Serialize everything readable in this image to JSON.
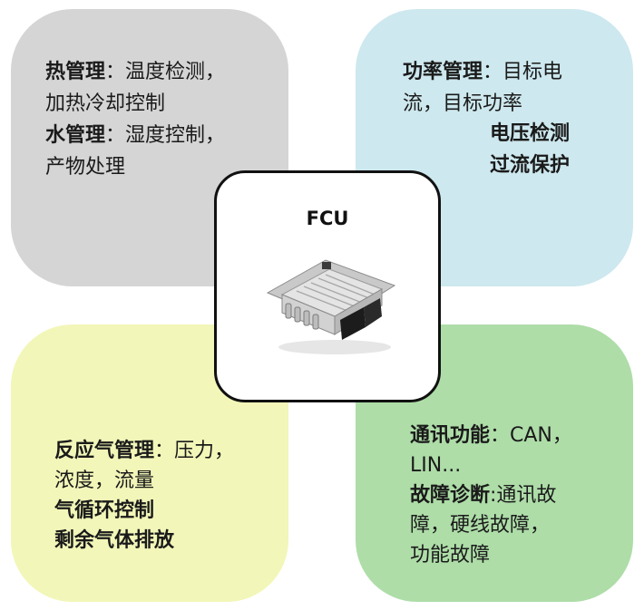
{
  "center": {
    "title": "FCU",
    "image_icon": "ecu-controller-unit"
  },
  "top_left": {
    "line1_bold": "热管理",
    "line1_rest": "：温度检测，",
    "line2": "加热冷却控制",
    "line3_bold": "水管理",
    "line3_rest": "：湿度控制，",
    "line4": "产物处理"
  },
  "top_right": {
    "line1_bold": "功率管理",
    "line1_rest": "：目标电",
    "line2": "流，目标功率",
    "line3": "电压检测",
    "line4": "过流保护"
  },
  "bottom_left": {
    "line1_bold": "反应气管理",
    "line1_rest": "：压力，",
    "line2": "浓度，流量",
    "line3": "气循环控制",
    "line4": "剩余气体排放"
  },
  "bottom_right": {
    "line1_bold": "通讯功能",
    "line1_rest": "：CAN，",
    "line2": "LIN...",
    "line3_bold": "故障诊断",
    "line3_rest": ":通讯故",
    "line4": "障，硬线故障，",
    "line5": "功能故障"
  },
  "colors": {
    "top_left_bg": "#d5d5d5",
    "top_right_bg": "#cde8ee",
    "bottom_left_bg": "#f2f6b8",
    "bottom_right_bg": "#aedda8"
  }
}
